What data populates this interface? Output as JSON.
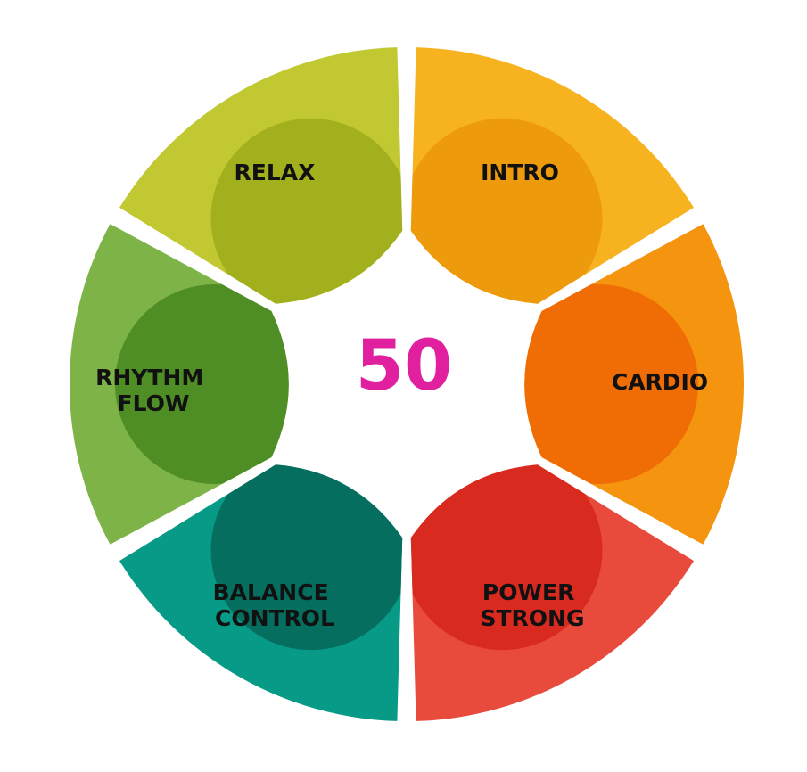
{
  "center": {
    "number": "50",
    "color": "#e0209e"
  },
  "segments": [
    {
      "id": "intro",
      "lines": [
        "INTRO"
      ],
      "color": "#f6b31f",
      "overlay": "#ee9a0d"
    },
    {
      "id": "cardio",
      "lines": [
        "CARDIO"
      ],
      "color": "#f5940f",
      "overlay": "#f06d05"
    },
    {
      "id": "power",
      "lines": [
        "POWER",
        "STRONG"
      ],
      "color": "#e84b3c",
      "overlay": "#d92a20"
    },
    {
      "id": "balance",
      "lines": [
        "BALANCE",
        "CONTROL"
      ],
      "color": "#069a87",
      "overlay": "#066e5e"
    },
    {
      "id": "rhythm",
      "lines": [
        "RHYTHM",
        "FLOW"
      ],
      "color": "#7db347",
      "overlay": "#4f8e24"
    },
    {
      "id": "relax",
      "lines": [
        "RELAX"
      ],
      "color": "#c1c832",
      "overlay": "#a2b01d"
    }
  ]
}
